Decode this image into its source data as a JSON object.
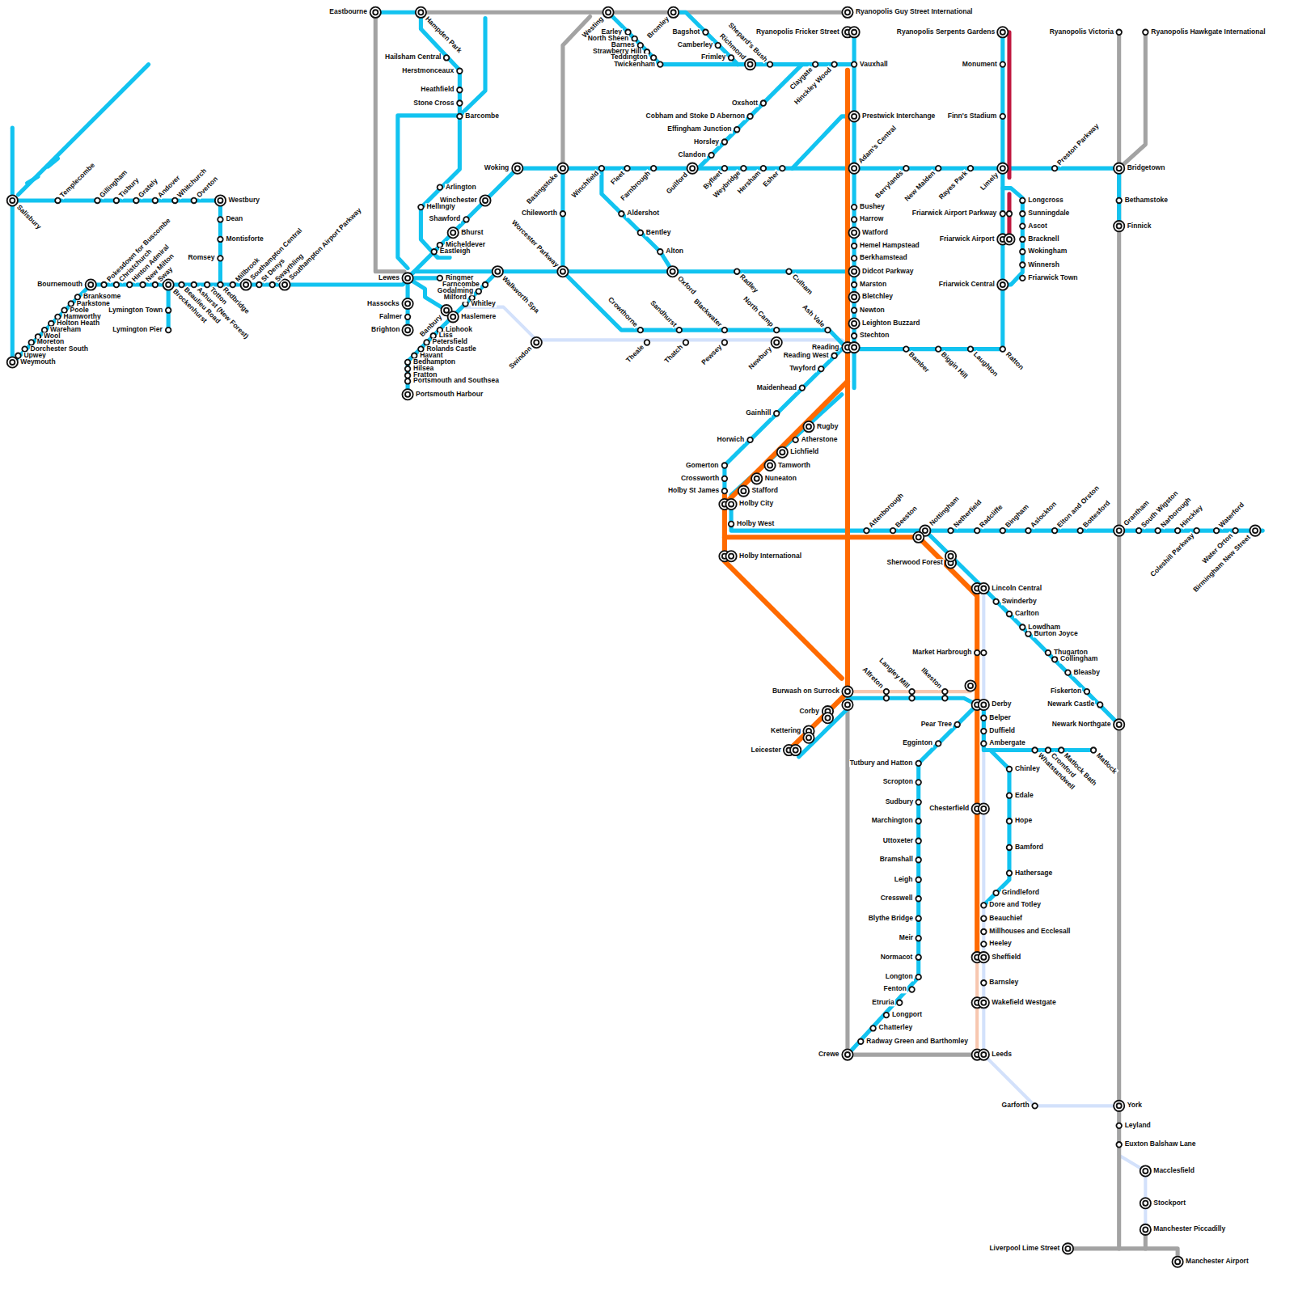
{
  "diagram": {
    "labels": [
      "Eastbourne",
      "Hampden Park",
      "Hailsham Central",
      "Herstmonceaux",
      "Heathfield",
      "Stone Cross",
      "Barcombe",
      "Arlington",
      "Hellingly",
      "Winchester",
      "Shawford",
      "Bhurst",
      "Micheldever",
      "Eastleigh",
      "Woking",
      "Lewes",
      "Hassocks",
      "Falmer",
      "Brighton",
      "Ringmer",
      "Farncombe",
      "Godalming",
      "Milford",
      "Whitley",
      "Walkworth Spa",
      "Banbury",
      "Haslemere",
      "Liphook",
      "Liss",
      "Petersfield",
      "Rolands Castle",
      "Havant",
      "Bedhampton",
      "Hilsea",
      "Fratton",
      "Portsmouth and Southsea",
      "Portsmouth Harbour",
      "Swindon",
      "Salisbury",
      "Templecombe",
      "Gillingham",
      "Tisbury",
      "Grately",
      "Andover",
      "Whitchurch",
      "Overton",
      "Westbury",
      "Dean",
      "Montisforte",
      "Romsey",
      "Bournemouth",
      "Pokesdown for Buscombe",
      "Christchurch",
      "Hinton Admiral",
      "New Milton",
      "Sway",
      "Brockenhurst",
      "Beaulieu Road",
      "Ashurst (New Forest)",
      "Totton",
      "Redbridge",
      "Millbrook",
      "Southampton Central",
      "St Denys",
      "Swaythling",
      "Southampton Airport Parkway",
      "Lymington Town",
      "Lymington Pier",
      "Branksome",
      "Parkstone",
      "Poole",
      "Hamworthy",
      "Holton Heath",
      "Wareham",
      "Wool",
      "Moreton",
      "Dorchester South",
      "Upwey",
      "Weymouth",
      "Westing",
      "Earley",
      "North Sheen",
      "Barnes",
      "Strawberry Hill",
      "Teddington",
      "Twickenham",
      "Bromley",
      "Bagshot",
      "Camberley",
      "Frimley",
      "Richmond",
      "Shepard's Bush",
      "Claygate",
      "Hinckley Wood",
      "Ryanopolis Guy Street International",
      "Ryanopolis Fricker Street",
      "Vauxhall",
      "Oxshott",
      "Cobham and Stoke D Abernon",
      "Effingham Junction",
      "Horsley",
      "Clandon",
      "Basingstoke",
      "Winchfield",
      "Fleet",
      "Farnbrough",
      "Guilford",
      "Byfleet",
      "Weybridge",
      "Hersham",
      "Esher",
      "Prestwick Interchange",
      "Adam's Central",
      "Berrylands",
      "New Malden",
      "Rayes Park",
      "Limely",
      "Preston Parkway",
      "Bridgetown",
      "Chileworth",
      "Worcester Parkway",
      "Aldershot",
      "Bentley",
      "Alton",
      "Oxford",
      "Radley",
      "Culham",
      "Crowthorne",
      "Sandhurst",
      "Blackwater",
      "North Camp",
      "Ash Vale",
      "Theale",
      "Thatch",
      "Pewsey",
      "Newbury",
      "Bushey",
      "Harrow",
      "Watford",
      "Hemel Hampstead",
      "Berkhamstead",
      "Didcot Parkway",
      "Marston",
      "Bletchley",
      "Newton",
      "Leighton Buzzard",
      "Stechton",
      "Reading",
      "Reading West",
      "Twyford",
      "Maidenhead",
      "Gainhill",
      "Horwich",
      "Gomerton",
      "Crossworth",
      "Holby St James",
      "Holby City",
      "Holby West",
      "Holby International",
      "Rugby",
      "Atherstone",
      "Lichfield",
      "Tamworth",
      "Nuneaton",
      "Stafford",
      "Bamber",
      "Biggin Hill",
      "Laughton",
      "Ratton",
      "Ryanopolis Serpents Gardens",
      "Monument",
      "Finn's Stadium",
      "Friarwick Airport Parkway",
      "Friarwick Airport",
      "Friarwick Central",
      "Longcross",
      "Sunningdale",
      "Ascot",
      "Bracknell",
      "Wokingham",
      "Winnersh",
      "Friarwick Town",
      "Ryanopolis Victoria",
      "Ryanopolis Hawkgate International",
      "Bethamstoke",
      "Finnick",
      "Attenborough",
      "Beeston",
      "Nottingham",
      "Netherfield",
      "Radcliffe",
      "Bingham",
      "Aslockton",
      "Elton and Orston",
      "Bottesford",
      "Grantham",
      "South Wigston",
      "Narborough",
      "Hinckley",
      "Waterford",
      "Coleshill Parkway",
      "Water Orton",
      "Birmingham New Street",
      "Sherwood Forest",
      "Lincoln Central",
      "Swinderby",
      "Carlton",
      "Lowdham",
      "Burton Joyce",
      "Thugarton",
      "Collingham",
      "Bleasby",
      "Fiskerton",
      "Newark Castle",
      "Newark Northgate",
      "Market Harbrough",
      "Burwash on Surrock",
      "Alfreton",
      "Langley Mill",
      "Ilkeston",
      "Corby",
      "Kettering",
      "Leicester",
      "Derby",
      "Pear Tree",
      "Egginton",
      "Belper",
      "Duffield",
      "Ambergate",
      "Whatstandwell",
      "Cromford",
      "Matlock Bath",
      "Matlock",
      "Chinley",
      "Edale",
      "Hope",
      "Bamford",
      "Hathersage",
      "Grindleford",
      "Dore and Totley",
      "Beauchief",
      "Millhouses and Ecclesall",
      "Heeley",
      "Sheffield",
      "Barnsley",
      "Wakefield Westgate",
      "Leeds",
      "Chesterfield",
      "Tutbury and Hatton",
      "Scropton",
      "Sudbury",
      "Marchington",
      "Uttoxeter",
      "Bramshall",
      "Leigh",
      "Cresswell",
      "Blythe Bridge",
      "Meir",
      "Normacot",
      "Longton",
      "Fenton",
      "Etruria",
      "Longport",
      "Chatterley",
      "Radway Green and Barthomley",
      "Crewe",
      "Garforth",
      "York",
      "Leyland",
      "Euxton Balshaw Lane",
      "Macclesfield",
      "Stockport",
      "Manchester Piccadilly",
      "Liverpool Lime Street",
      "Manchester Airport"
    ]
  }
}
